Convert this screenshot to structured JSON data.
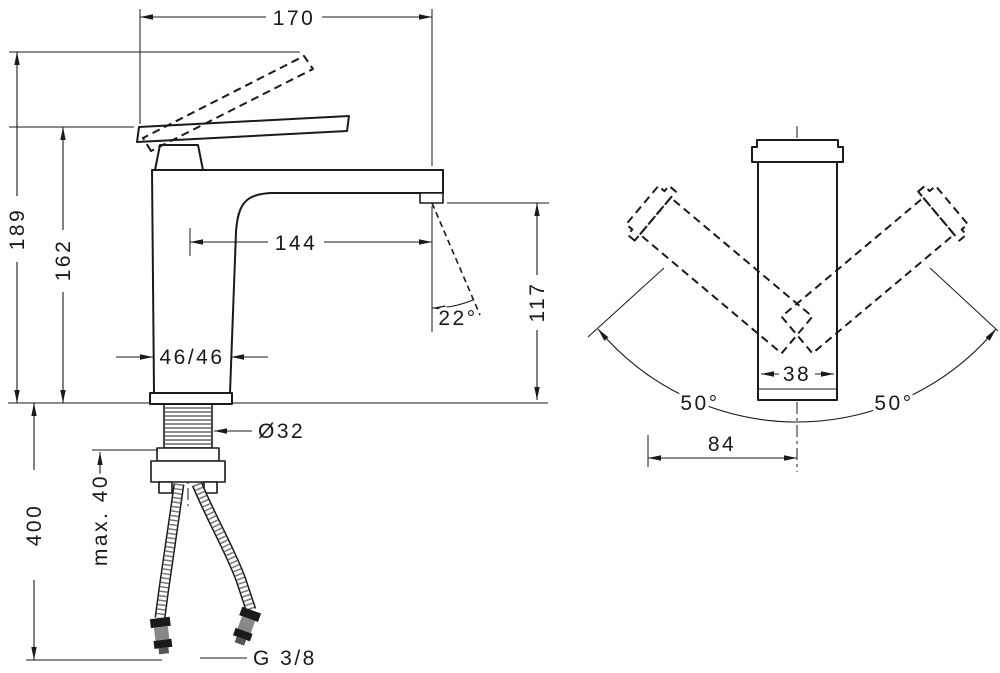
{
  "drawing": {
    "background_color": "#ffffff",
    "line_color": "#1a1a1a",
    "side_view": {
      "depth_total": "170",
      "height_max": "189",
      "height_rest": "162",
      "spout_reach": "144",
      "spout_height": "117",
      "stream_angle": "22°",
      "base_footprint": "46/46",
      "mounting_hole": "Ø32",
      "mounting_depth": "max. 40",
      "hose_length": "400",
      "connection_thread": "G 3/8"
    },
    "front_view": {
      "handle_swing_left": "50°",
      "handle_swing_right": "50°",
      "body_width": "38",
      "handle_radius": "84"
    }
  }
}
